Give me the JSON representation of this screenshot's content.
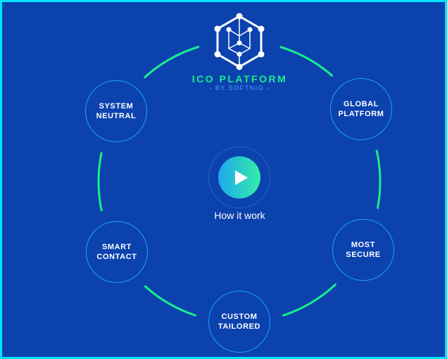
{
  "logo": {
    "title": "ICO PLATFORM",
    "subtitle": "- BY SOFTNIO -"
  },
  "colors": {
    "accent": "#16f08e",
    "background": "#0b42ae",
    "node_border": "#1aa3ff"
  },
  "nodes": [
    {
      "label": "SYSTEM\nNEUTRAL"
    },
    {
      "label": "GLOBAL\nPLATFORM"
    },
    {
      "label": "MOST\nSECURE"
    },
    {
      "label": "CUSTOM\nTAILORED"
    },
    {
      "label": "SMART\nCONTACT"
    }
  ],
  "video": {
    "icon": "play-icon",
    "label": "How it work"
  }
}
